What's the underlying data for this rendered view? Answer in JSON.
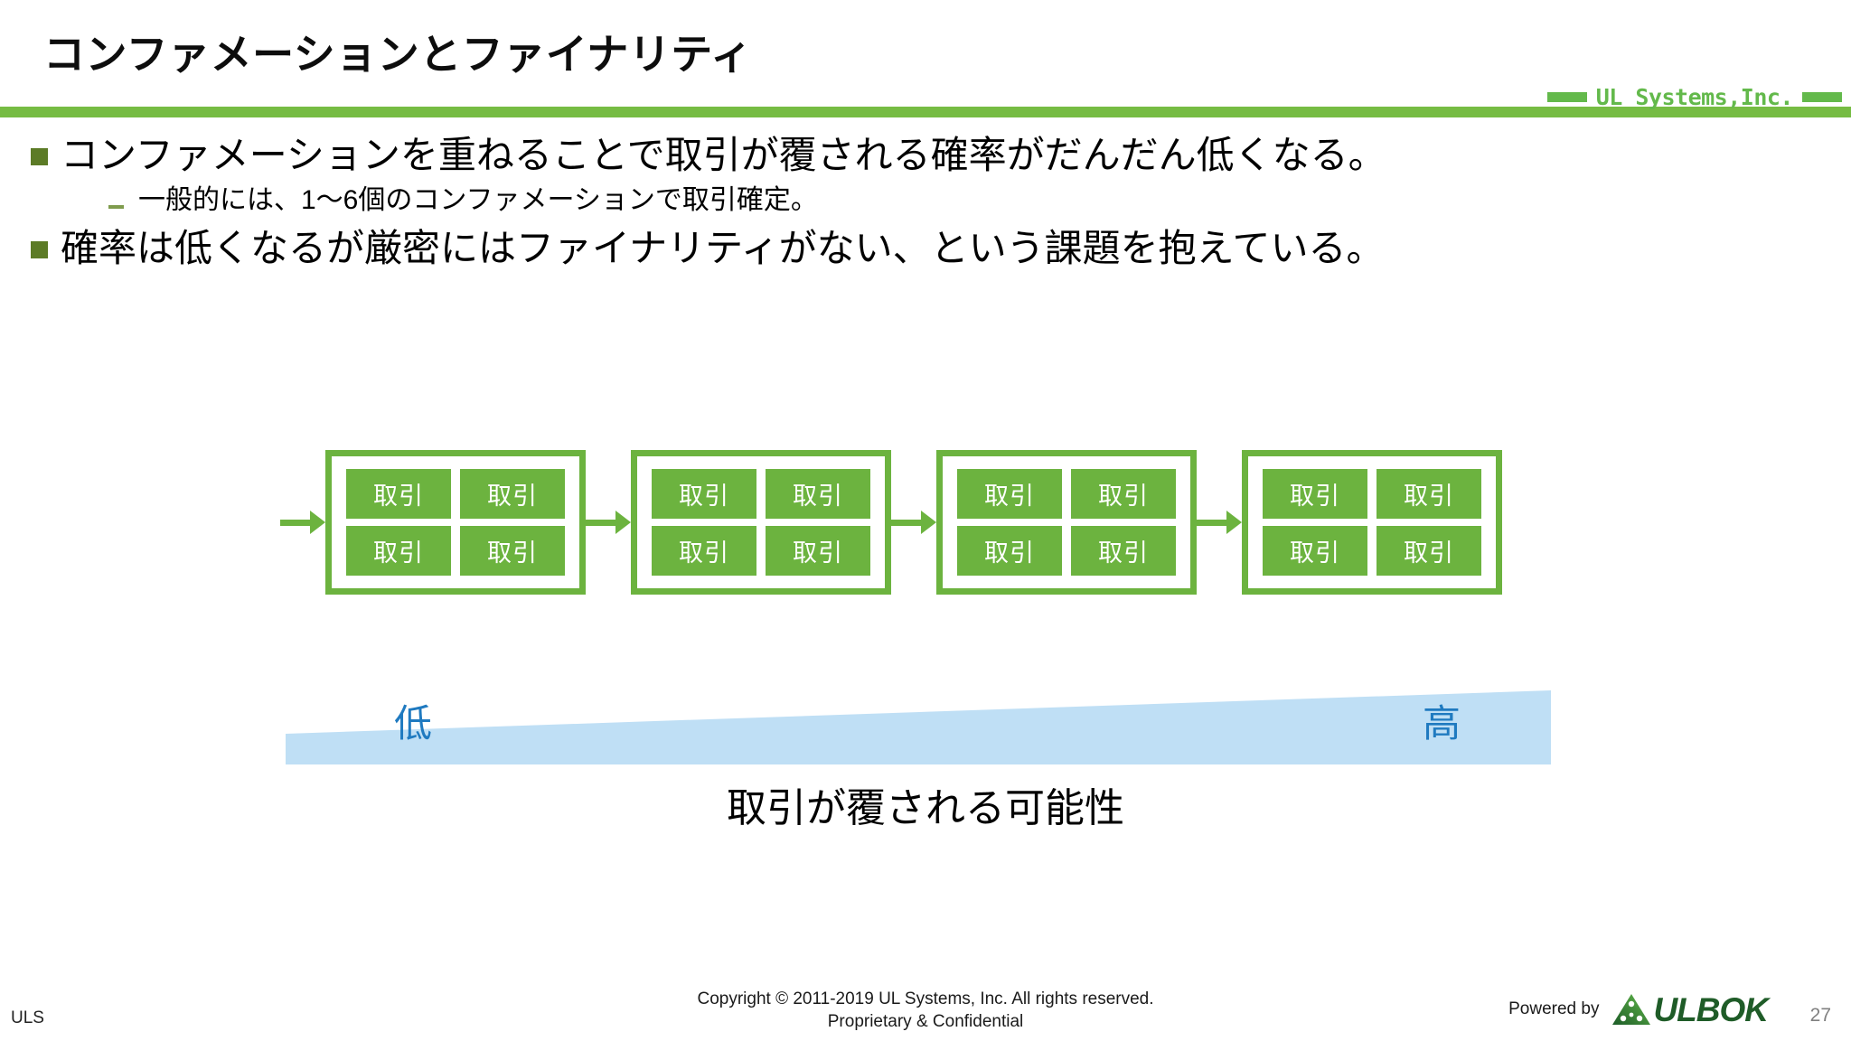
{
  "slide": {
    "title": "コンファメーションとファイナリティ",
    "brand": {
      "logo_text": "UL Systems,Inc.",
      "accent_color": "#76bc43"
    },
    "bullets": [
      {
        "level": 1,
        "text": "コンファメーションを重ねることで取引が覆される確率がだんだん低くなる。"
      },
      {
        "level": 2,
        "text": "一般的には、1～6個のコンファメーションで取引確定。"
      },
      {
        "level": 1,
        "text": "確率は低くなるが厳密にはファイナリティがない、という課題を抱えている。"
      }
    ],
    "diagram": {
      "block_color": "#6cb33f",
      "blocks": [
        {
          "cells": [
            "取引",
            "取引",
            "取引",
            "取引"
          ]
        },
        {
          "cells": [
            "取引",
            "取引",
            "取引",
            "取引"
          ]
        },
        {
          "cells": [
            "取引",
            "取引",
            "取引",
            "取引"
          ]
        },
        {
          "cells": [
            "取引",
            "取引",
            "取引",
            "取引"
          ]
        }
      ]
    },
    "scale": {
      "low_label": "低",
      "high_label": "高",
      "caption": "取引が覆される可能性",
      "label_color": "#1f7ac0",
      "wedge_color": "#bfdff5"
    },
    "footer": {
      "left_mark": "ULS",
      "copyright_line1": "Copyright © 2011-2019 UL Systems, Inc.  All rights reserved.",
      "copyright_line2": "Proprietary & Confidential",
      "powered_by": "Powered by",
      "partner_logo_text": "ULBOK",
      "page_number": "27"
    }
  }
}
